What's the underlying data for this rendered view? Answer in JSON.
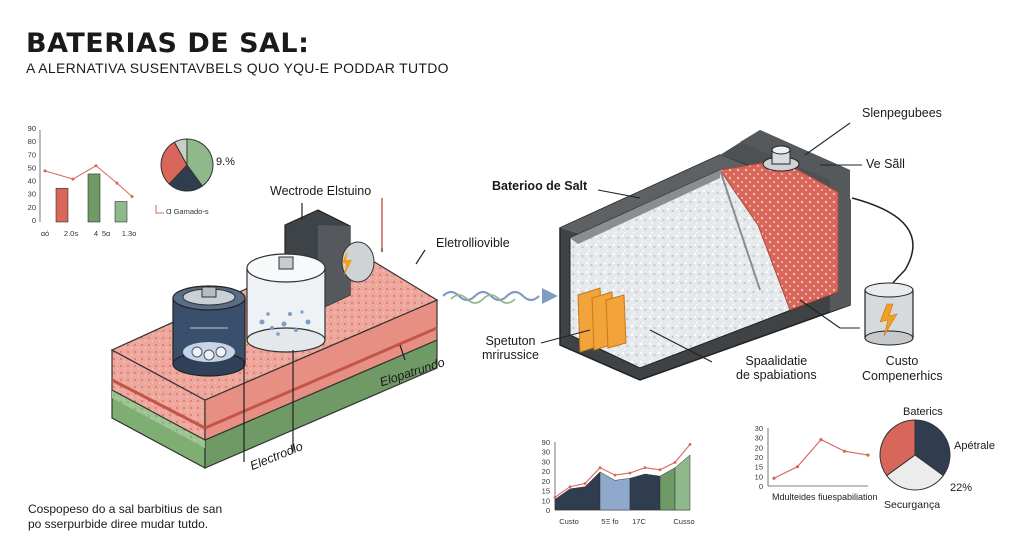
{
  "header": {
    "title": "BATERIAS DE SAL:",
    "subtitle": "A ALERNATIVA SUSENTAVBELS QUO YQU-E PODDAR TUTDO"
  },
  "labels": {
    "electrode_top": "Wectrode Elstuino",
    "electrolyte_top": "Eletrolliovible",
    "electrode_bottom": "Electrodlo",
    "electrolyte_side": "Elopatrundo",
    "battery_name": "Baterioo de Salt",
    "top_right": "Slenpegubees",
    "ve_sal": "Ve Sãll",
    "speton_l1": "Spetuton",
    "speton_l2": "mrirussice",
    "spaalidatie_l1": "Spaalidatie",
    "spaalidatie_l2": "de spabiations",
    "custo_l1": "Custo",
    "custo_l2": "Compenerhics"
  },
  "caption": {
    "line1": "Cospopeso do a sal barbitius de san",
    "line2": "po sserpurbide diree mudar tutdo."
  },
  "mini_pie_top": {
    "pct": "9.%",
    "slices": [
      40,
      22,
      30,
      8
    ],
    "colors": [
      "#8fb98a",
      "#2f3d4f",
      "#d9665a",
      "#c9cfc5"
    ]
  },
  "mini_bottom_right": {
    "cats": "Baterics",
    "apetrale": "Apétrale",
    "pct": "22%",
    "secur": "Securgança",
    "xlabel": "Mdulteides fiuespabiliation",
    "slices": [
      35,
      30,
      35
    ],
    "colors": [
      "#2f3d4f",
      "#ececec",
      "#d9665a"
    ]
  },
  "colors": {
    "red": "#d9665a",
    "green": "#6f9a66",
    "dark": "#2f3d4f",
    "blue": "#8fa9cc",
    "gray": "#4a4d50"
  },
  "chart_data": [
    {
      "type": "bar",
      "ylim": [
        0,
        90
      ],
      "yticks": [
        "90",
        "80",
        "70",
        "50",
        "40",
        "30",
        "20",
        "0"
      ],
      "categories": [
        "ɑó",
        "2.0s",
        "4",
        "5ɑ",
        "1.3o"
      ],
      "values": [
        33,
        0,
        47,
        0,
        20
      ],
      "bar_colors": [
        "#d9665a",
        "#d9665a",
        "#6f9a66",
        "#6f9a66",
        "#8fb98a"
      ],
      "series": [
        {
          "values": [
            50,
            42,
            55,
            38,
            25
          ]
        }
      ],
      "legend": "Ɑ Gamado-s"
    },
    {
      "type": "area",
      "ylim": [
        0,
        90
      ],
      "yticks": [
        "90",
        "30",
        "30",
        "20",
        "20",
        "15",
        "10",
        "0"
      ],
      "categories": [
        "Custo",
        "5Ξ fo",
        "17C",
        "Cusso"
      ],
      "values": [
        10,
        20,
        22,
        36,
        28,
        30,
        34,
        32,
        40,
        52
      ],
      "band_colors": [
        "#2f3d4f",
        "#8fa9cc",
        "#2f3d4f",
        "#6f9a66",
        "#8fb98a"
      ],
      "series": [
        {
          "values": [
            12,
            22,
            25,
            40,
            33,
            35,
            40,
            38,
            45,
            62
          ]
        }
      ]
    },
    {
      "type": "line",
      "ylim": [
        0,
        30
      ],
      "yticks": [
        "30",
        "30",
        "20",
        "20",
        "15",
        "10",
        "0"
      ],
      "series": [
        {
          "values": [
            4,
            10,
            24,
            18,
            16
          ]
        }
      ]
    }
  ]
}
